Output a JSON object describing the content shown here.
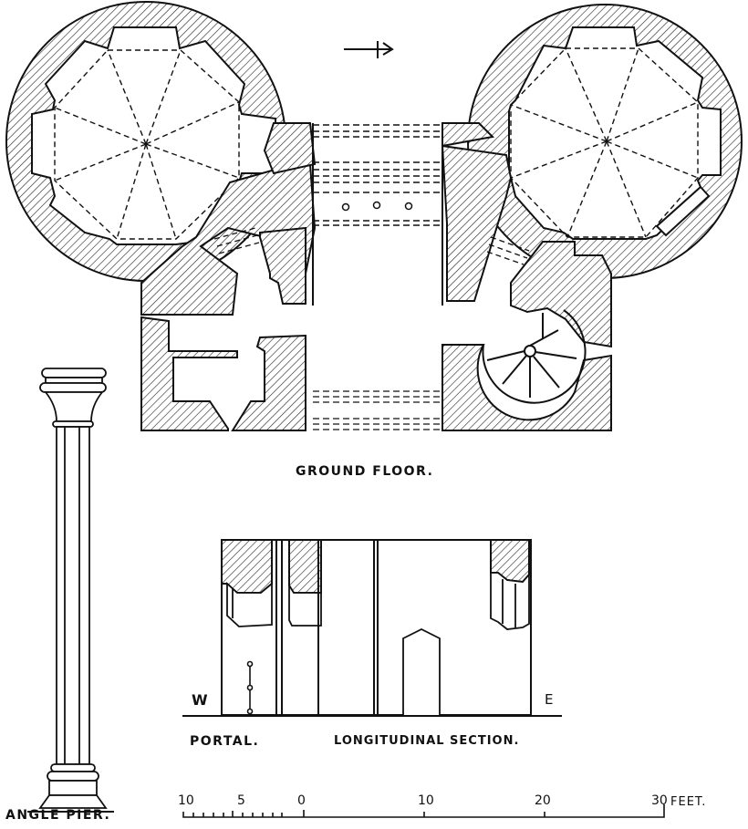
{
  "title": "Ground Floor plan, Portal longitudinal section and Angle Pier",
  "labels": {
    "ground_floor": "GROUND FLOOR.",
    "portal": "PORTAL.",
    "longitudinal_section": "LONGITUDINAL SECTION.",
    "angle_pier": "ANGLE PIER.",
    "west": "W",
    "east": "E"
  },
  "north_arrow": {
    "icon": "north-arrow-icon",
    "direction": "right"
  },
  "scale_bar": {
    "unit": "FEET.",
    "ticks": [
      "10",
      "5",
      "0",
      "10",
      "20",
      "30"
    ]
  },
  "colors": {
    "ink": "#111111",
    "paper": "#ffffff"
  }
}
